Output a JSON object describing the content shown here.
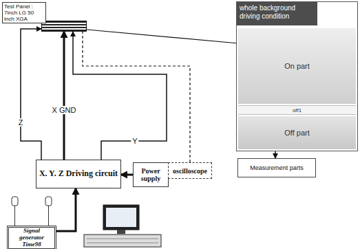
{
  "diagram": {
    "nodes": [
      {
        "text": [
          "Test Panel : 7inch LG 50 inch XGA"
        ]
      },
      {
        "text": [
          "whole background driving condition"
        ]
      },
      {
        "text": [
          "On part"
        ],
        "in": 1
      },
      {
        "text": [
          "off1"
        ],
        "in": 1
      },
      {
        "text": [
          "Off part"
        ],
        "in": 1
      },
      {
        "text": [
          "Measurement parts"
        ]
      },
      {
        "text": [
          "X. Y. Z Driving circuit"
        ]
      },
      {
        "text": [
          "Power supply"
        ]
      },
      {
        "text": [
          "oscilloscope"
        ]
      },
      {
        "text": [
          "Signal generator Time98"
        ]
      }
    ],
    "edges": [
      {
        "from": 0,
        "to": 2,
        "arrow": "none"
      },
      {
        "from": 6,
        "to": 0,
        "label": "Z",
        "arrow": "to"
      },
      {
        "from": 6,
        "to": 0,
        "label": "X GND",
        "arrow": "to"
      },
      {
        "from": 6,
        "to": 0,
        "label": "Y",
        "arrow": "to"
      },
      {
        "from": 7,
        "to": 6,
        "arrow": "to"
      },
      {
        "from": 8,
        "to": 0,
        "arrow": "none"
      },
      {
        "from": 9,
        "to": 6,
        "arrow": "to"
      },
      {
        "from": 1,
        "to": 5,
        "arrow": "to"
      }
    ]
  }
}
